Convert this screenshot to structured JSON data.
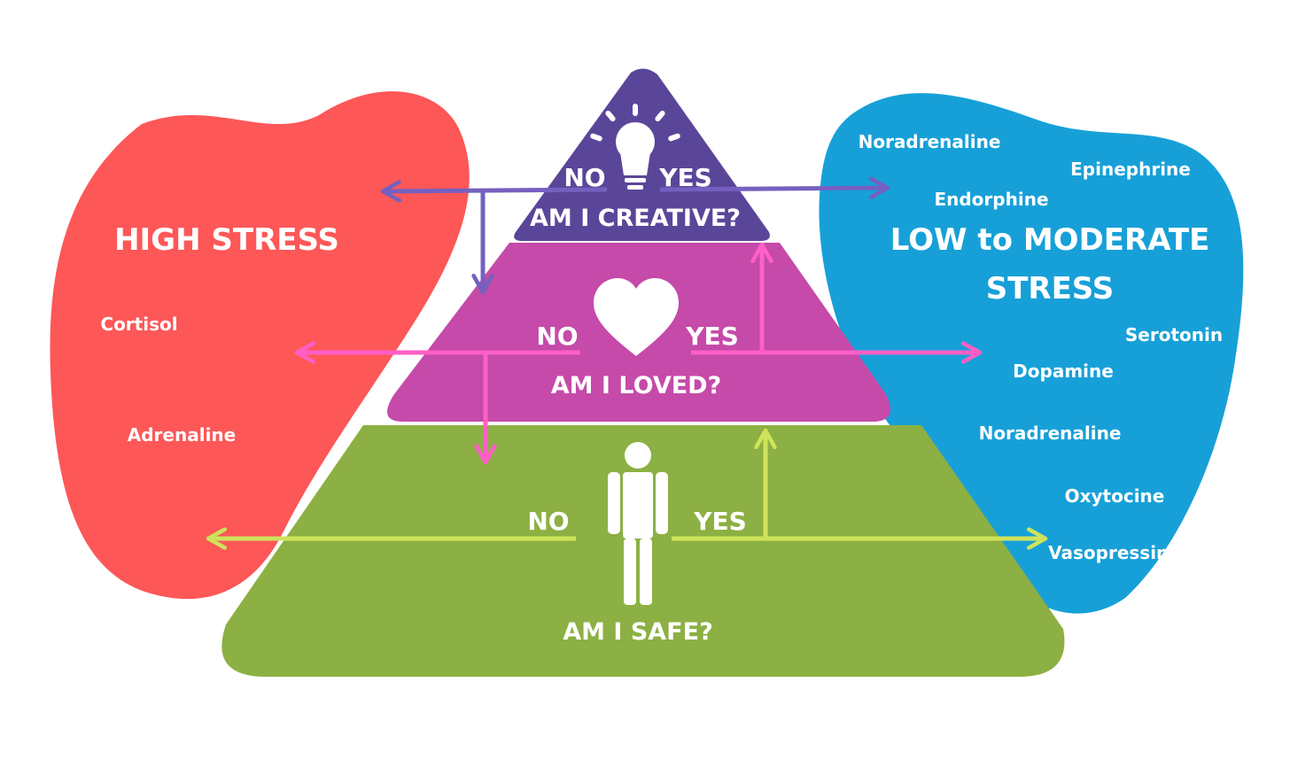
{
  "colors": {
    "high_stress": "#fd5758",
    "low_stress": "#17a0d8",
    "creative_tier": "#5a4699",
    "loved_tier": "#c54aa9",
    "safe_tier": "#8cb043",
    "arrow_purple": "#7560c0",
    "arrow_pink": "#ff5fc6",
    "arrow_green": "#cde35a",
    "text": "#ffffff"
  },
  "left_blob": {
    "title": "HIGH STRESS",
    "hormones": [
      "Cortisol",
      "Adrenaline"
    ]
  },
  "right_blob": {
    "title_line1": "LOW to MODERATE",
    "title_line2": "STRESS",
    "hormones": [
      "Noradrenaline",
      "Epinephrine",
      "Endorphine",
      "Serotonin",
      "Dopamine",
      "Noradrenaline",
      "Oxytocine",
      "Vasopressine"
    ]
  },
  "pyramid": {
    "top": {
      "question": "AM I CREATIVE?",
      "no": "NO",
      "yes": "YES",
      "icon": "lightbulb-icon"
    },
    "middle": {
      "question": "AM I LOVED?",
      "no": "NO",
      "yes": "YES",
      "icon": "heart-icon"
    },
    "bottom": {
      "question": "AM I SAFE?",
      "no": "NO",
      "yes": "YES",
      "icon": "person-icon"
    }
  }
}
